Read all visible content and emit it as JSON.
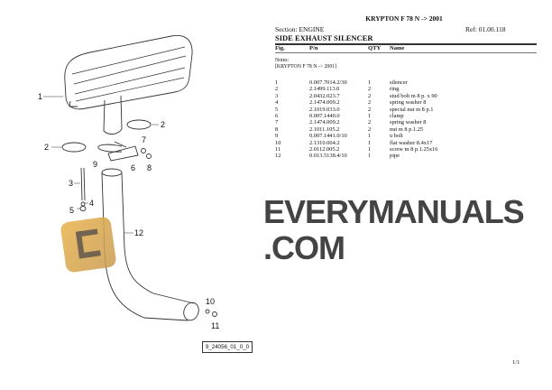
{
  "header": {
    "model_title": "KRYPTON F 78 N -> 2001",
    "section": "Section: ENGINE",
    "ref": "Ref: 01.00.118",
    "heading": "SIDE EXHAUST SILENCER"
  },
  "table": {
    "columns": [
      "Fig.",
      "P/n",
      "QTY",
      "Name"
    ],
    "notes_label": "Notes:",
    "notes_value": "[KRYPTON F 78 N -> 2001]",
    "rows": [
      {
        "fig": "1",
        "pn": "0.007.7014.2/30",
        "qty": "1",
        "name": "silencer"
      },
      {
        "fig": "2",
        "pn": "2.1499.113.0",
        "qty": "2",
        "name": "ring"
      },
      {
        "fig": "3",
        "pn": "2.0432.023.7",
        "qty": "2",
        "name": "stud bolt m 8 p. x 90"
      },
      {
        "fig": "4",
        "pn": "2.1474.009.2",
        "qty": "2",
        "name": "spring washer 8"
      },
      {
        "fig": "5",
        "pn": "2.1019.033.0",
        "qty": "2",
        "name": "special nut m 8 p.1"
      },
      {
        "fig": "6",
        "pn": "0.007.1440.0",
        "qty": "1",
        "name": "clamp"
      },
      {
        "fig": "7",
        "pn": "2.1474.009.2",
        "qty": "2",
        "name": "spring washer 8"
      },
      {
        "fig": "8",
        "pn": "2.1011.105.2",
        "qty": "2",
        "name": "nut m 8 p.1.25"
      },
      {
        "fig": "9",
        "pn": "0.007.1441.0/10",
        "qty": "1",
        "name": "u bolt"
      },
      {
        "fig": "10",
        "pn": "2.1310.004.2",
        "qty": "1",
        "name": "flat washer 8.4x17"
      },
      {
        "fig": "11",
        "pn": "2.0112.005.2",
        "qty": "1",
        "name": "screw m 8 p.1.25x16"
      },
      {
        "fig": "12",
        "pn": "0.013.5138.4/10",
        "qty": "1",
        "name": "pipe"
      }
    ]
  },
  "drawing": {
    "callouts": [
      "1",
      "2",
      "2",
      "3",
      "4",
      "5",
      "6",
      "7",
      "8",
      "9",
      "10",
      "11",
      "12"
    ],
    "drawing_ref": "9_24056_01_0_0"
  },
  "watermark": {
    "text": "EVERYMANUALS.COM",
    "logo_color": "#e0aa48"
  },
  "footer": {
    "page": "1/1"
  }
}
